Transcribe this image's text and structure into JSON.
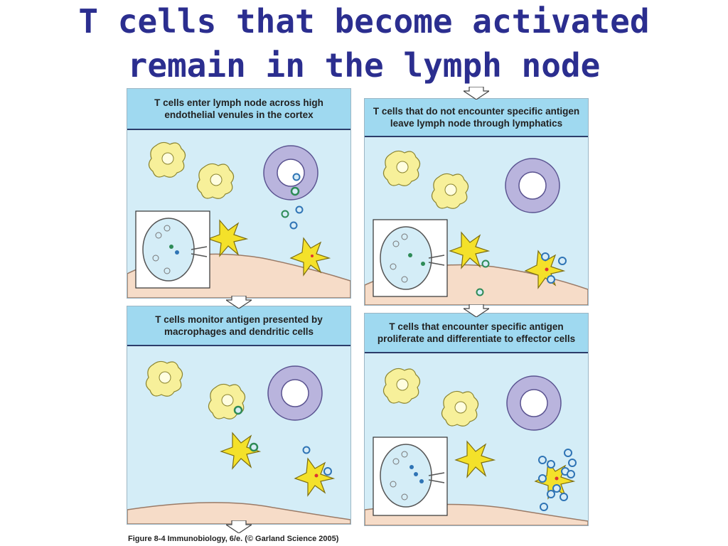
{
  "title": {
    "line1": "T cells that become activated",
    "line2": "remain in the lymph node"
  },
  "panels": [
    {
      "header": "T cells enter lymph node across high endothelial venules in the cortex"
    },
    {
      "header": "T cells that do not encounter specific antigen leave lymph node through lymphatics"
    },
    {
      "header": "T cells monitor antigen presented by macrophages and dendritic cells"
    },
    {
      "header": "T cells that encounter specific antigen proliferate and differentiate to effector cells"
    }
  ],
  "caption": "Figure 8-4 Immunobiology, 6/e. (© Garland Science 2005)",
  "colors": {
    "title": "#2b2e8f",
    "panel_bg": "#d4edf7",
    "header_bg": "#9fd9f0",
    "macrophage": "#f7f09a",
    "dendritic": "#f4e12a",
    "venule": "#b9b4dd",
    "tcell_blue": "#2f74b5",
    "tcell_green": "#2e8b57",
    "tissue": "#f6dcc8"
  }
}
